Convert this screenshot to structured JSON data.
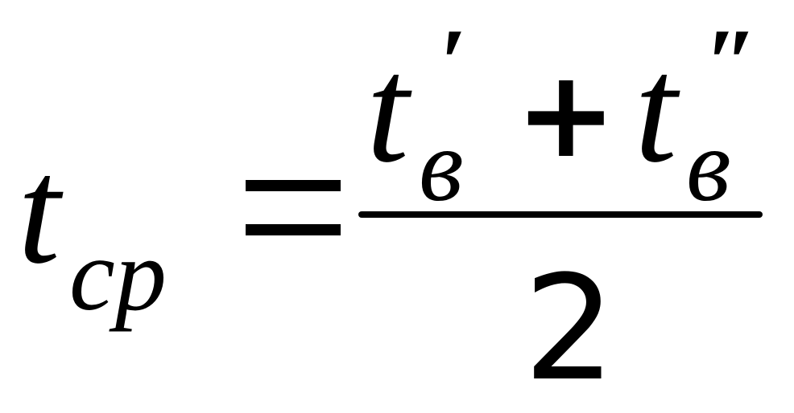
{
  "formula": {
    "lhs": {
      "symbol": "t",
      "subscript": "cp"
    },
    "equals": "=",
    "numerator": {
      "term1": {
        "symbol": "t",
        "subscript": "в",
        "prime": "′"
      },
      "operator": "+",
      "term2": {
        "symbol": "t",
        "subscript": "в",
        "prime": "″"
      }
    },
    "denominator": "2"
  }
}
